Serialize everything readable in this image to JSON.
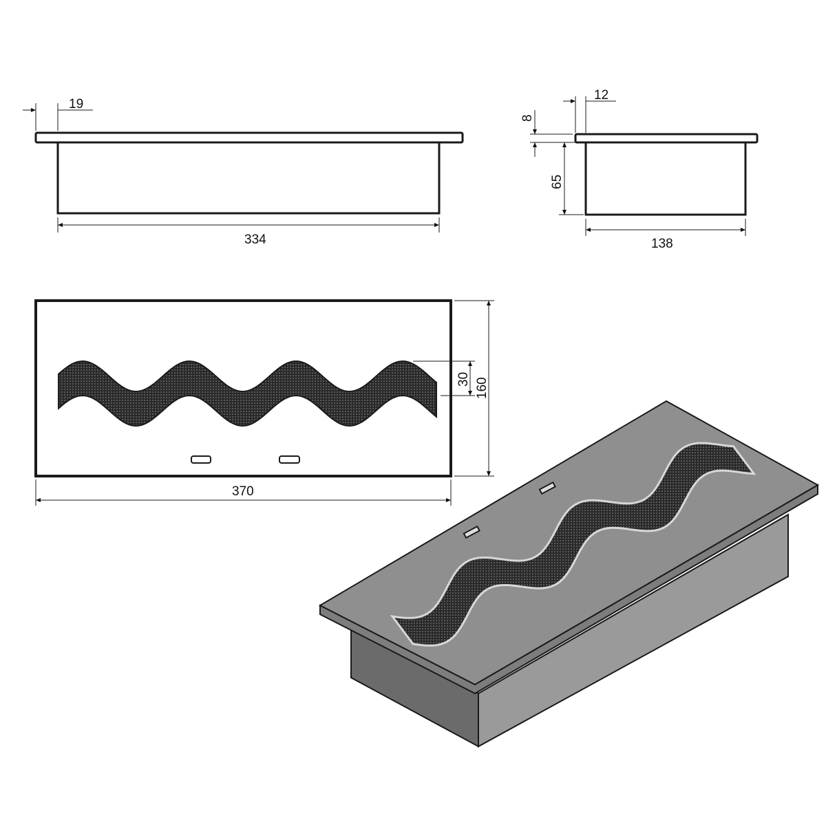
{
  "dimensions": {
    "front_overhang": "19",
    "front_length": "334",
    "side_overhang": "12",
    "side_plate_thickness": "8",
    "side_depth": "65",
    "side_width": "138",
    "top_slot_width": "30",
    "top_width": "160",
    "top_length": "370"
  },
  "colors": {
    "line": "#1a1a1a",
    "mesh": "#2a2a2a",
    "iso_top": "#8f8f8f",
    "iso_side_light": "#9a9a9a",
    "iso_side_dark": "#6b6b6b"
  }
}
